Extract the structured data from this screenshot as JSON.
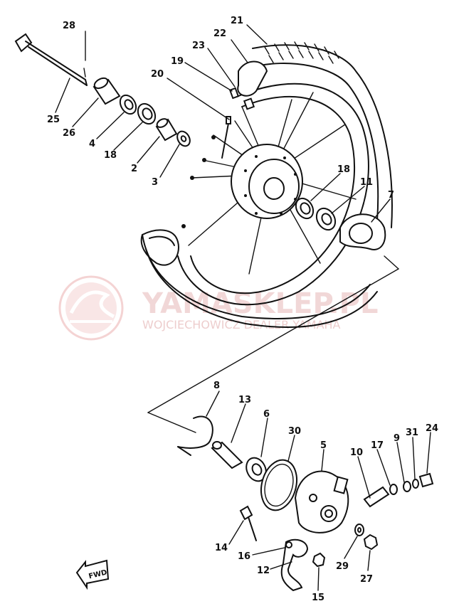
{
  "watermark": {
    "site_name": "YAMASKLEP.PL",
    "dealer_text": "WOJCIECHOWICZ DEALER YAMAHA",
    "color": "#e6b8b8"
  },
  "fwd_label": "FWD",
  "labels": {
    "p2": "2",
    "p3": "3",
    "p4": "4",
    "p5": "5",
    "p6": "6",
    "p7": "7",
    "p8": "8",
    "p9": "9",
    "p10": "10",
    "p11": "11",
    "p12": "12",
    "p13": "13",
    "p14": "14",
    "p15": "15",
    "p16": "16",
    "p17": "17",
    "p18": "18",
    "p19": "19",
    "p20": "20",
    "p21": "21",
    "p22": "22",
    "p23": "23",
    "p24": "24",
    "p25": "25",
    "p26": "26",
    "p27": "27",
    "p28": "28",
    "p29": "29",
    "p30": "30",
    "p31": "31"
  }
}
